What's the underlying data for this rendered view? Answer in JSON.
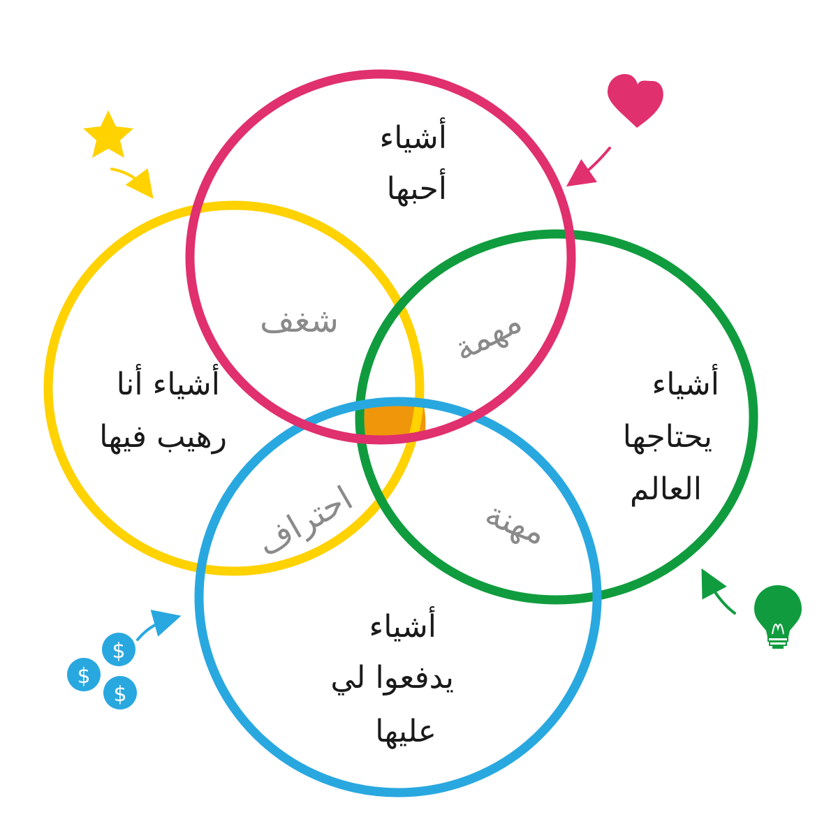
{
  "colors": {
    "love": "#e0306e",
    "good": "#ffd200",
    "world": "#109c3e",
    "paid": "#29a8e0",
    "center": "#f0960a",
    "main_text": "#1a1a1a",
    "overlap_text": "#8a8a8a"
  },
  "circles": {
    "love": {
      "line1": "أشياء",
      "line2": "أحبها"
    },
    "good": {
      "line1": "أشياء أنا",
      "line2": "رهيب فيها"
    },
    "world": {
      "line1": "أشياء",
      "line2": "يحتاجها",
      "line3": "العالم"
    },
    "paid": {
      "line1": "أشياء",
      "line2": "يدفعوا لي",
      "line3": "عليها"
    }
  },
  "overlaps": {
    "passion": "شغف",
    "mission": "مهمة",
    "profession": "احتراف",
    "vocation": "مهنة"
  },
  "icons": {
    "love": "heart-icon",
    "good": "star-icon",
    "world": "lightbulb-icon",
    "paid": "dollar-coins-icon"
  },
  "coin_symbol": "$"
}
